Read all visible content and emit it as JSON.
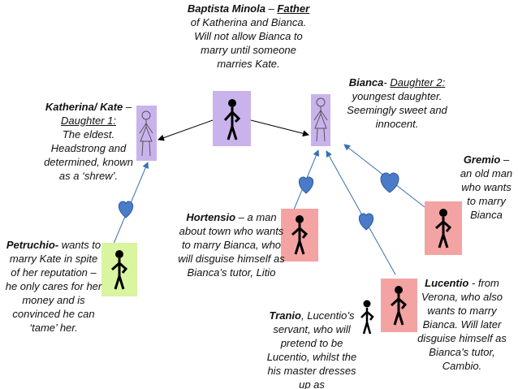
{
  "baptista": {
    "name": "Baptista Minola",
    "dash": " –",
    "role": "Father",
    "desc": " of Katherina and Bianca. Will not allow Bianca to marry until someone marries Kate."
  },
  "katherina": {
    "name": "Katherina/ Kate",
    "dash": " –",
    "role": "Daughter 1:",
    "desc": "The eldest. Headstrong and determined, known as a ‘shrew’."
  },
  "bianca": {
    "name": "Bianca",
    "dash": "- ",
    "role": "Daughter 2:",
    "desc": "youngest daughter. Seemingly sweet and innocent."
  },
  "gremio": {
    "name": "Gremio",
    "desc": " – an old man who wants to marry Bianca"
  },
  "hortensio": {
    "name": "Hortensio",
    "desc": " – a man about town who wants to marry Bianca, who will disguise himself as Bianca’s tutor, Litio"
  },
  "petruchio": {
    "name": "Petruchio-",
    "desc": " wants to marry Kate in spite of her reputation – he only cares for her money and is convinced he can ‘tame’ her."
  },
  "lucentio": {
    "name": "Lucentio",
    "desc": "  - from Verona, who also wants to marry Bianca. Will later disguise himself as Bianca’s tutor, Cambio."
  },
  "tranio": {
    "name": "Tranio",
    "desc": ", Lucentio’s servant, who will pretend to be Lucentio, whilst the his master dresses up as"
  },
  "colors": {
    "purple_box": "#c9b3ec",
    "red_box": "#f4a3a3",
    "green_box": "#d9f5a0",
    "heart": "#4a7bc8",
    "arrow": "#3a6fb0",
    "line": "#000000"
  }
}
